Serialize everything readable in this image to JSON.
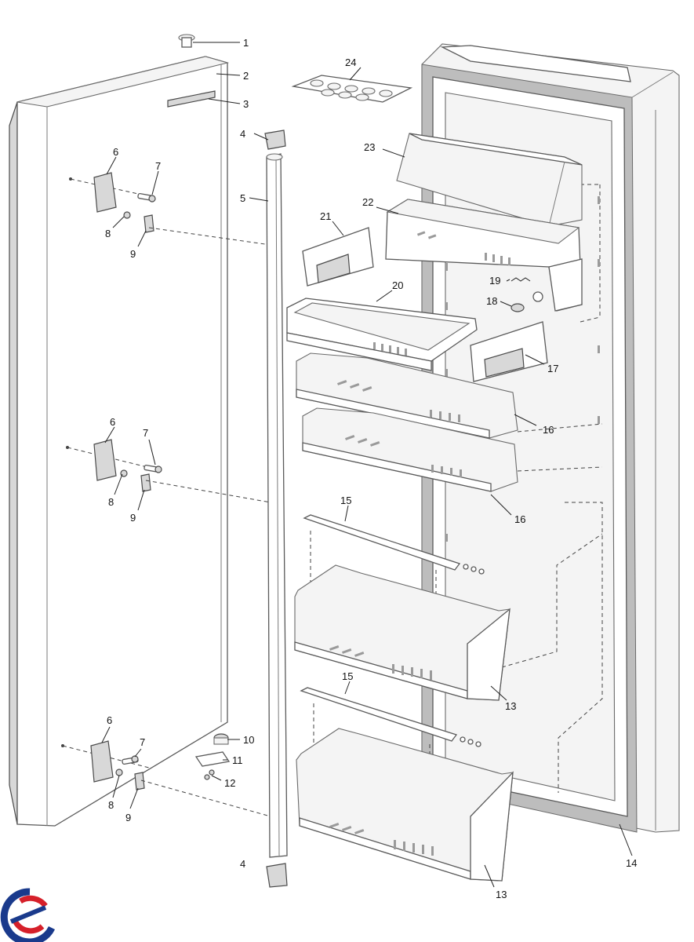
{
  "part_numbers": {
    "p1": "1",
    "p2": "2",
    "p3": "3",
    "p4a": "4",
    "p4b": "4",
    "p5": "5",
    "p6a": "6",
    "p6b": "6",
    "p6c": "6",
    "p7a": "7",
    "p7b": "7",
    "p7c": "7",
    "p8a": "8",
    "p8b": "8",
    "p8c": "8",
    "p9a": "9",
    "p9b": "9",
    "p9c": "9",
    "p10": "10",
    "p11": "11",
    "p12": "12",
    "p13a": "13",
    "p13b": "13",
    "p14": "14",
    "p15a": "15",
    "p15b": "15",
    "p16a": "16",
    "p16b": "16",
    "p17": "17",
    "p18": "18",
    "p19": "19",
    "p20": "20",
    "p21": "21",
    "p22": "22",
    "p23": "23",
    "p24": "24"
  },
  "logo": {
    "name": "brand-logo",
    "colors": [
      "#1a3a8c",
      "#d6202a"
    ]
  }
}
